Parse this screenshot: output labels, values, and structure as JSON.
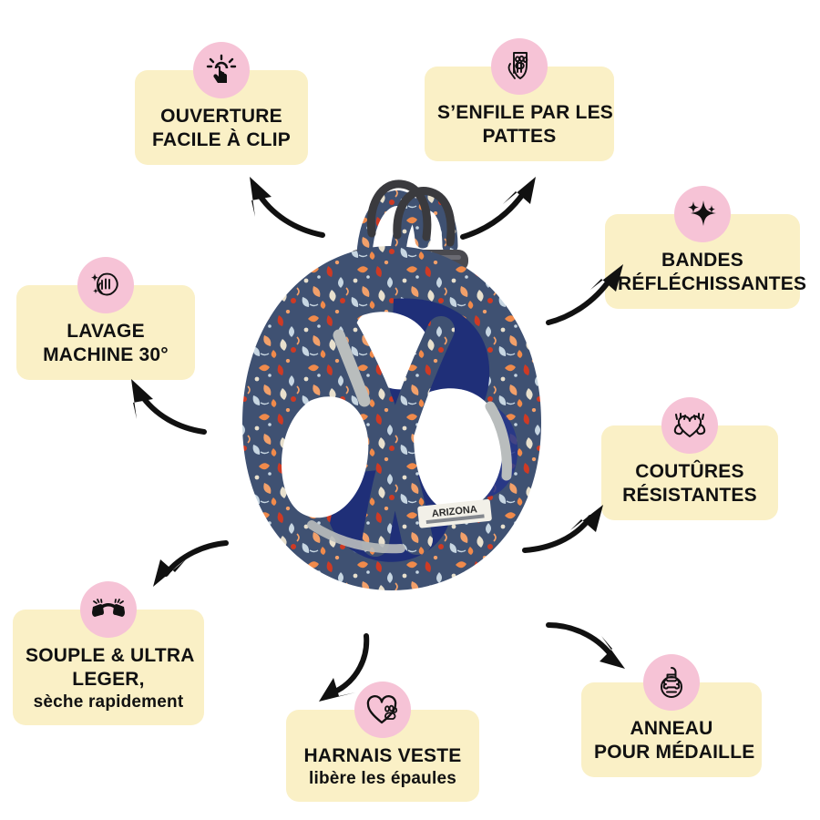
{
  "page": {
    "title": "Harnais pour chien — caractéristiques",
    "background_color": "#ffffff"
  },
  "theme": {
    "box_color": "#faf0c6",
    "icon_circle_color": "#f6c3d6",
    "text_color": "#111111",
    "arrow_color": "#111111"
  },
  "features": [
    {
      "id": "clip",
      "icon": "tap-click-icon",
      "lines": [
        "OUVERTURE",
        "FACILE À CLIP"
      ],
      "styles": [
        "caps",
        "caps"
      ]
    },
    {
      "id": "paws",
      "icon": "hand-holding-paw-icon",
      "lines": [
        "S’ENFILE PAR LES",
        "PATTES"
      ],
      "styles": [
        "caps",
        "caps"
      ]
    },
    {
      "id": "reflect",
      "icon": "sparkles-icon",
      "lines": [
        "BANDES",
        "RÉFLÉCHISSANTES"
      ],
      "styles": [
        "caps",
        "caps"
      ]
    },
    {
      "id": "wash",
      "icon": "washing-hand-sparkle-icon",
      "lines": [
        "LAVAGE",
        "MACHINE 30°"
      ],
      "styles": [
        "caps",
        "caps"
      ]
    },
    {
      "id": "seams",
      "icon": "strong-heart-muscle-icon",
      "lines": [
        "COUTÛRES",
        "RÉSISTANTES"
      ],
      "styles": [
        "caps",
        "caps"
      ]
    },
    {
      "id": "light",
      "icon": "stretch-fabric-hands-icon",
      "lines": [
        "SOUPLE & ULTRA",
        "LEGER,",
        "sèche rapidement"
      ],
      "styles": [
        "caps",
        "caps",
        "sub"
      ]
    },
    {
      "id": "vest",
      "icon": "heart-paw-icon",
      "lines": [
        "HARNAIS VESTE",
        "libère les épaules"
      ],
      "styles": [
        "caps",
        "sub"
      ]
    },
    {
      "id": "ring",
      "icon": "dog-tag-bone-icon",
      "lines": [
        "ANNEAU",
        "POUR MÉDAILLE"
      ],
      "styles": [
        "caps",
        "caps"
      ]
    }
  ],
  "product": {
    "name": "harnais-veste-chien",
    "brand_label": "ARIZONA",
    "colors": {
      "fabric_navy": "#3f5172",
      "fabric_navy_dark": "#2c3c5c",
      "lining_blue": "#1f2f78",
      "leaf_orange": "#f08a4b",
      "leaf_coral": "#f2a06a",
      "leaf_red": "#cf3a24",
      "leaf_light": "#c7d6e2",
      "leaf_cream": "#e8e0cd",
      "reflective_gray": "#b9bdbd",
      "hardware_dark": "#3a3a3e",
      "label_white": "#f2f0e8"
    }
  },
  "arrows": [
    {
      "id": "arrow-to-clip",
      "direction": "up-left"
    },
    {
      "id": "arrow-to-paws",
      "direction": "up-right"
    },
    {
      "id": "arrow-to-reflect",
      "direction": "up-right"
    },
    {
      "id": "arrow-to-wash",
      "direction": "up-left"
    },
    {
      "id": "arrow-to-seams",
      "direction": "up-right"
    },
    {
      "id": "arrow-to-light",
      "direction": "down-left"
    },
    {
      "id": "arrow-to-vest",
      "direction": "down-left"
    },
    {
      "id": "arrow-to-ring",
      "direction": "down-right"
    }
  ]
}
